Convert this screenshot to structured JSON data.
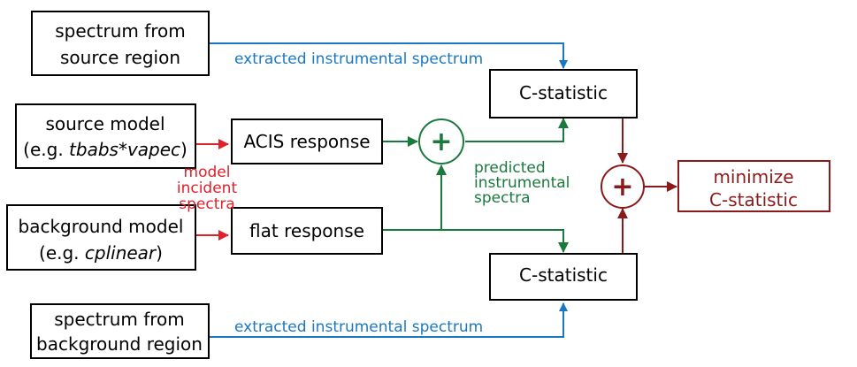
{
  "boxes": {
    "spectrum_source": [
      "spectrum from",
      "source region"
    ],
    "source_model": [
      "source model",
      "(e.g. ",
      "tbabs*vapec",
      ")"
    ],
    "background_model": [
      "background model",
      "(e.g. ",
      "cplinear",
      ")"
    ],
    "spectrum_background": [
      "spectrum from",
      "background region"
    ],
    "acis_response": "ACIS response",
    "flat_response": "flat response",
    "cstat_top": "C-statistic",
    "cstat_bottom": "C-statistic",
    "minimize": [
      "minimize",
      "C-statistic"
    ]
  },
  "labels": {
    "extracted_top": "extracted instrumental spectrum",
    "extracted_bottom": "extracted instrumental spectrum",
    "model_incident": [
      "model",
      "incident",
      "spectra"
    ],
    "predicted": [
      "predicted",
      "instrumental",
      "spectra"
    ]
  },
  "symbols": {
    "plus": "+"
  },
  "colors": {
    "blue": "#1a78c2",
    "green": "#1a7a3c",
    "red": "#e0202a",
    "dark_red": "#8b1a1a"
  }
}
